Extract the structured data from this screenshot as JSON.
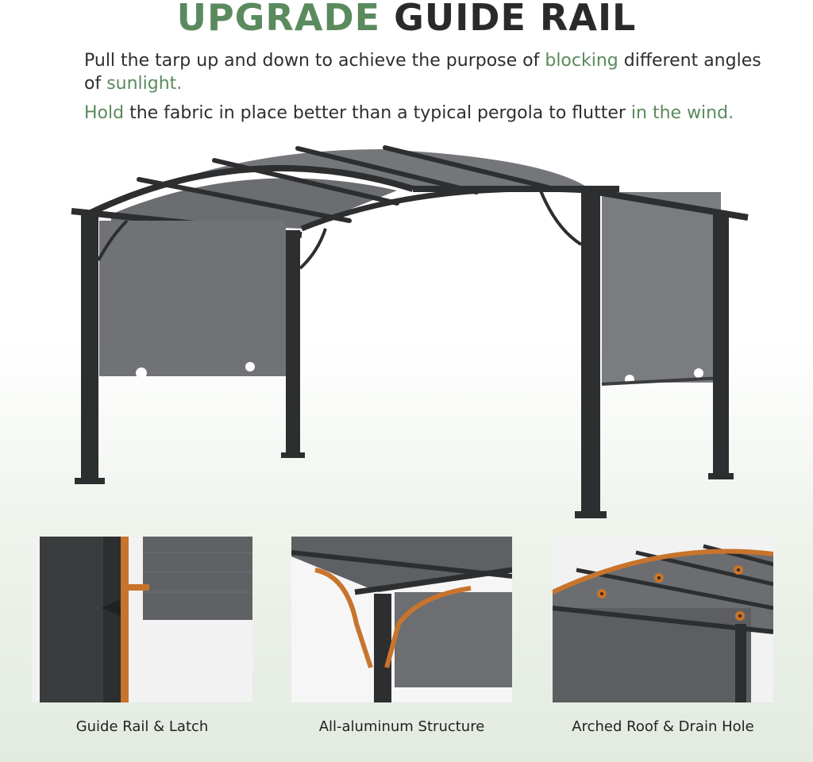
{
  "headline": {
    "accent": "UPGRADE",
    "rest": "GUIDE RAIL"
  },
  "intro": {
    "line1": {
      "a": "Pull the tarp up and down to achieve the purpose of ",
      "b": "blocking",
      "c": " different angles of ",
      "d": "sunlight."
    },
    "line2": {
      "a": "Hold",
      "b": " the fabric in place better than a typical pergola to flutter ",
      "c": "in the wind."
    }
  },
  "features": [
    {
      "caption": "Guide Rail & Latch"
    },
    {
      "caption": "All-aluminum Structure"
    },
    {
      "caption": "Arched Roof & Drain Hole"
    }
  ],
  "colors": {
    "accent_green": "#5a8a5e",
    "frame": "#2c2e30",
    "canopy": "#6e7072",
    "highlight_orange": "#d07a2a"
  }
}
